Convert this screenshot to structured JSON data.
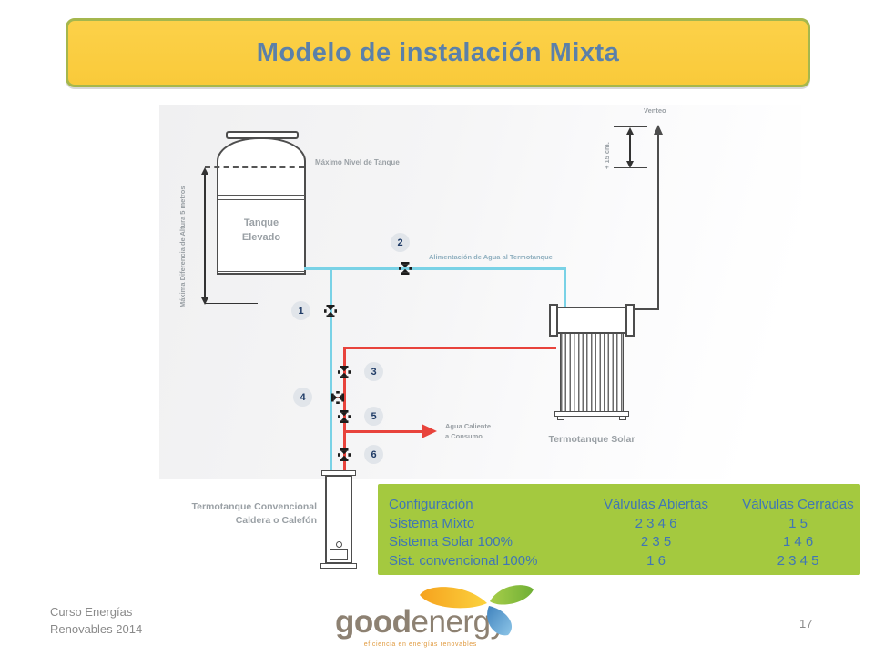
{
  "slide": {
    "title": "Modelo de instalación Mixta",
    "page_number": "17"
  },
  "diagram": {
    "labels": {
      "max_nivel_tanque": "Máximo Nivel de Tanque",
      "max_diferencia_altura": "Máxima Diferencia de Altura  5 metros",
      "tanque_elevado": "Tanque\nElevado",
      "alimentacion": "Alimentación de Agua al Termotanque",
      "venteo": "Venteo",
      "mas_15cm": "+ 15 cm.",
      "agua_caliente": "Agua Caliente\na Consumo",
      "termotanque_solar": "Termotanque Solar",
      "termotanque_convencional": "Termotanque Convencional\nCaldera o Calefón"
    },
    "valves": [
      "1",
      "2",
      "3",
      "4",
      "5",
      "6"
    ]
  },
  "table": {
    "header": [
      "Configuración",
      "Válvulas Abiertas",
      "Válvulas Cerradas"
    ],
    "rows": [
      [
        "Sistema Mixto",
        "2 3 4 6",
        "1 5"
      ],
      [
        "Sistema Solar  100%",
        "2 3 5",
        "1 4 6"
      ],
      [
        "Sist. convencional 100%",
        "1 6",
        "2 3 4 5"
      ]
    ]
  },
  "footer": {
    "course": "Curso Energías\nRenovables 2014",
    "logo_good": "good",
    "logo_energy": "energy",
    "logo_tagline": "eficiencia en energías renovables"
  },
  "colors": {
    "banner_fill": "#f9ca3a",
    "banner_border": "#a5b74d",
    "title_text": "#5b80a9",
    "pipe_cold": "#79d2e6",
    "pipe_hot": "#e8433c",
    "table_bg": "#a4c93f",
    "table_text": "#4076b5",
    "diagram_label": "#9aa0a5",
    "logo_text": "#8d8172",
    "logo_tagline": "#e09a3f"
  }
}
